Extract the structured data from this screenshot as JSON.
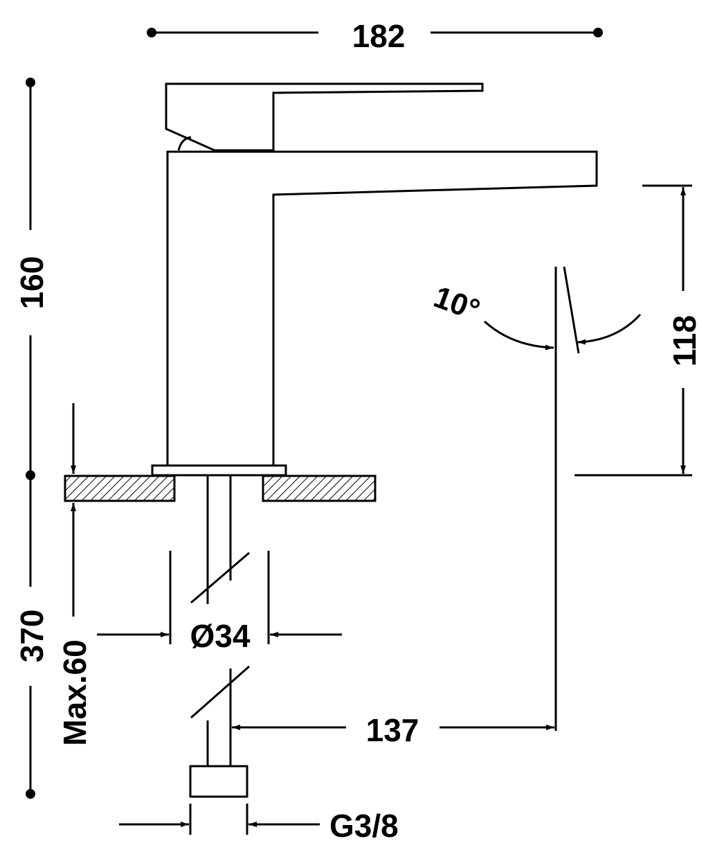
{
  "drawing": {
    "background_color": "#ffffff",
    "ink_color": "#000000",
    "dimensions": {
      "overall_width": "182",
      "spout_reach": "137",
      "total_height": "160",
      "lower_height": "370",
      "spout_clearance": "118",
      "deck_thickness": "Max.60",
      "hole_diameter": "Ø34",
      "connection_thread": "G3/8",
      "lever_angle": "10°"
    }
  }
}
